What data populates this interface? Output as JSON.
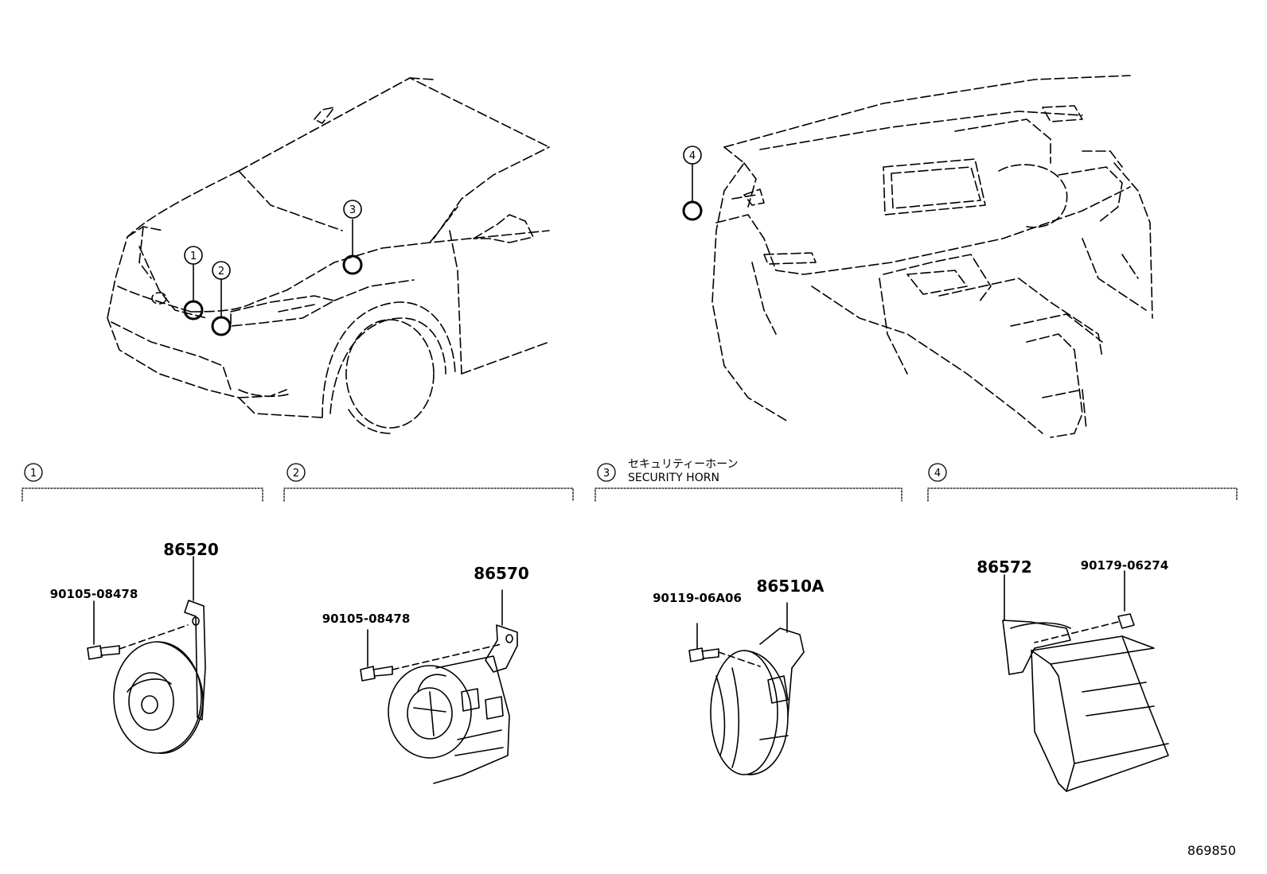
{
  "callouts": {
    "c1": "1",
    "c2": "2",
    "c3": "3",
    "c4": "4"
  },
  "sections": [
    {
      "num": "1",
      "title_jp": "",
      "title_en": ""
    },
    {
      "num": "2",
      "title_jp": "",
      "title_en": ""
    },
    {
      "num": "3",
      "title_jp": "セキュリティーホーン",
      "title_en": "SECURITY HORN"
    },
    {
      "num": "4",
      "title_jp": "",
      "title_en": ""
    }
  ],
  "parts": {
    "horn_1": "86520",
    "bolt_1": "90105-08478",
    "horn_2": "86570",
    "bolt_2": "90105-08478",
    "horn_3": "86510A",
    "bolt_3": "90119-06A06",
    "ecu_4": "86572",
    "nut_4": "90179-06274"
  },
  "diagram_id": "869850"
}
